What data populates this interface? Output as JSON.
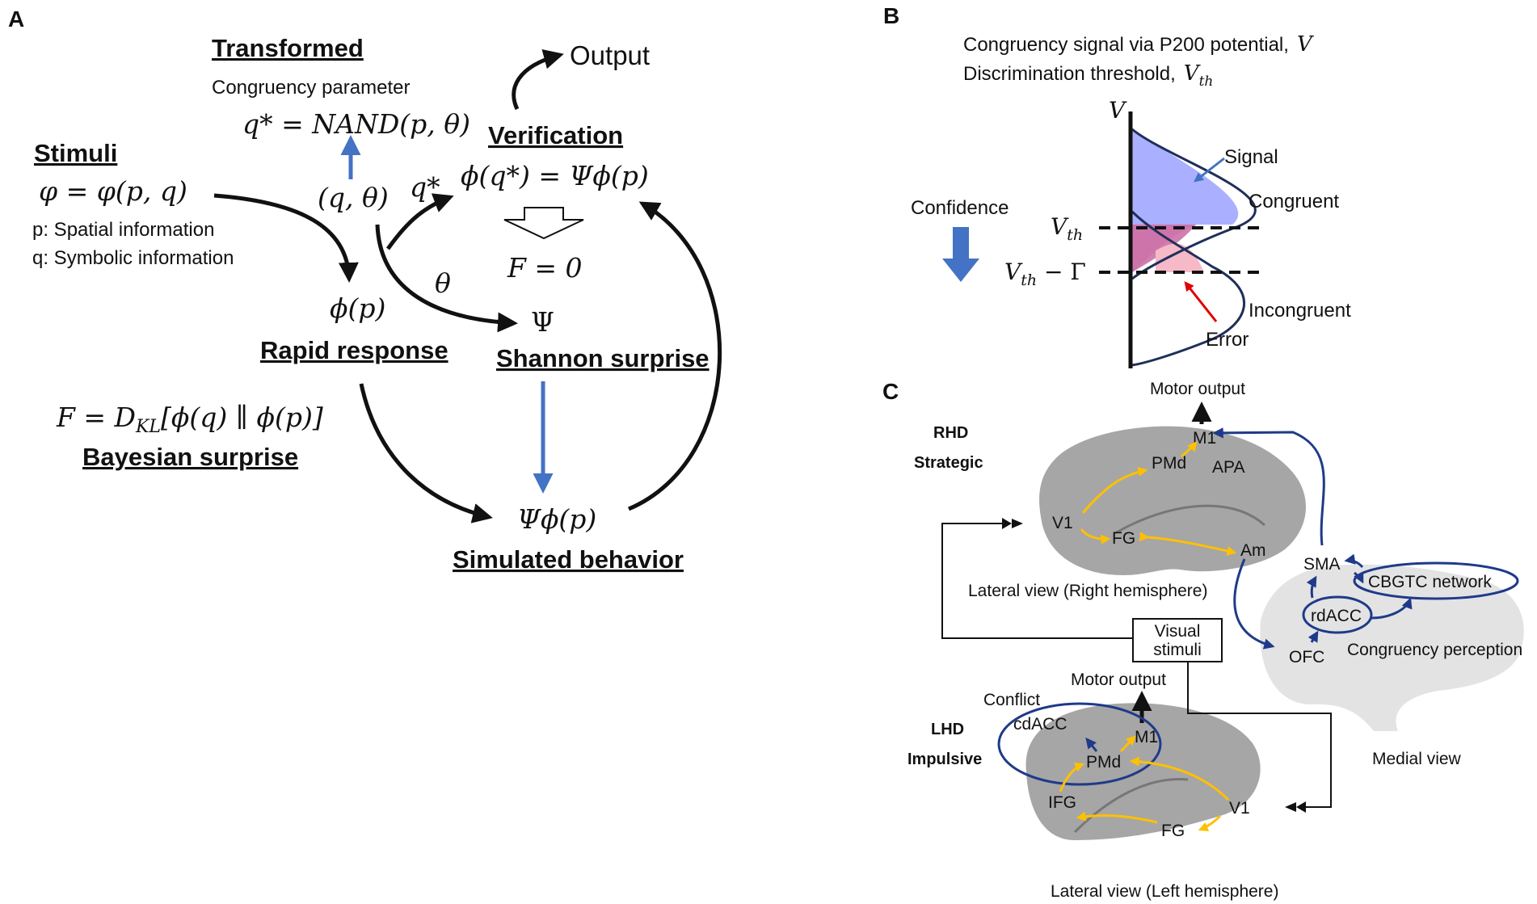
{
  "panels": {
    "a": "A",
    "b": "B",
    "c": "C"
  },
  "panel_a": {
    "transformed": {
      "title": "Transformed",
      "subtitle": "Congruency parameter",
      "equation": "q* = NAND(p, θ)"
    },
    "output": "Output",
    "verification": {
      "title": "Verification",
      "equation": "ϕ(q*) = Ψϕ(p)"
    },
    "stimuli": {
      "title": "Stimuli",
      "equation": "φ = φ(p, q)",
      "p_info": "p: Spatial information",
      "q_info": "q: Symbolic information"
    },
    "q_theta": "(q, θ)",
    "q_star": "q*",
    "f_zero": "F = 0",
    "theta": "θ",
    "psi": "Ψ",
    "phi_p": "ϕ(p)",
    "rapid_response": "Rapid response",
    "shannon_surprise": "Shannon surprise",
    "bayesian": {
      "equation": "F = D",
      "equation_sub": "KL",
      "equation_rest": "[ϕ(q) ∥ ϕ(p)]",
      "title": "Bayesian surprise"
    },
    "psi_phi_p": "Ψϕ(p)",
    "simulated_behavior": "Simulated behavior"
  },
  "panel_b": {
    "line1_text": "Congruency signal via P200 potential,",
    "line1_var": "V",
    "line2_text": "Discrimination threshold,",
    "line2_var": "V",
    "line2_sub": "th",
    "axis_v": "V",
    "vth": "V",
    "vth_sub": "th",
    "vth_gamma": "V",
    "vth_gamma_sub": "th",
    "vth_gamma_rest": " − Γ",
    "confidence": "Confidence",
    "signal": "Signal",
    "congruent": "Congruent",
    "incongruent": "Incongruent",
    "error": "Error"
  },
  "panel_c": {
    "motor_output_top": "Motor output",
    "rhd": "RHD",
    "strategic": "Strategic",
    "m1_top": "M1",
    "pmd_top": "PMd",
    "apa": "APA",
    "v1_top": "V1",
    "fg_top": "FG",
    "am": "Am",
    "lateral_right": "Lateral view (Right hemisphere)",
    "sma": "SMA",
    "cbgtc": "CBGTC network",
    "rdacc": "rdACC",
    "ofc": "OFC",
    "congruency_perception": "Congruency perception",
    "visual_stimuli_1": "Visual",
    "visual_stimuli_2": "stimuli",
    "motor_output_bottom": "Motor output",
    "conflict": "Conflict",
    "cdacc": "cdACC",
    "lhd": "LHD",
    "impulsive": "Impulsive",
    "m1_bottom": "M1",
    "pmd_bottom": "PMd",
    "ifg": "IFG",
    "v1_bottom": "V1",
    "fg_bottom": "FG",
    "medial_view": "Medial view",
    "lateral_left": "Lateral view (Left hemisphere)"
  },
  "colors": {
    "arrow_black": "#111111",
    "arrow_blue": "#4472c4",
    "brain_gray": "#a6a6a6",
    "medial_gray": "#e3e3e3",
    "pathway_yellow": "#ffc000",
    "network_navy": "#1f3a8a",
    "signal_fill": "#aab0ff",
    "overlap_fill": "#d080b0",
    "error_fill": "#f6b9c8",
    "error_arrow": "#e00000"
  }
}
